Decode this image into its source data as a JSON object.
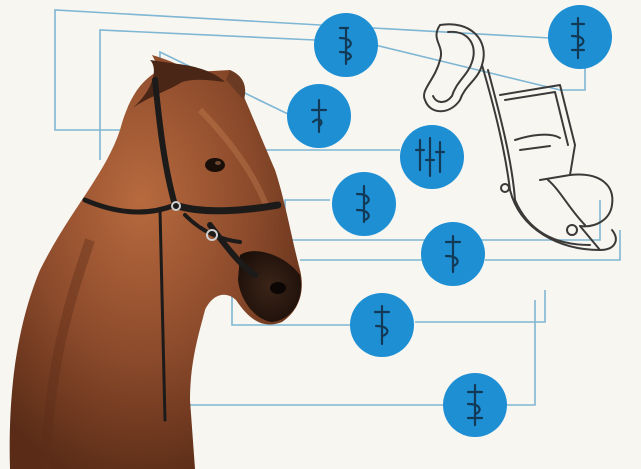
{
  "diagram": {
    "labels": [
      {
        "id": "label-1",
        "text": ""
      },
      {
        "id": "label-2",
        "text": ""
      },
      {
        "id": "label-3",
        "text": ""
      },
      {
        "id": "label-4",
        "text": ""
      },
      {
        "id": "label-5",
        "text": ""
      },
      {
        "id": "label-6",
        "text": ""
      },
      {
        "id": "label-7",
        "text": ""
      },
      {
        "id": "label-8",
        "text": ""
      }
    ],
    "colors": {
      "label_fill": "#1f8fd4",
      "leader_line": "#7fb6d3",
      "glyph": "#123a56",
      "horse_coat": "#8b4a2b",
      "halter": "#1d1b1a"
    },
    "icons": [
      "horse-head-image",
      "bridle-illustration"
    ]
  }
}
